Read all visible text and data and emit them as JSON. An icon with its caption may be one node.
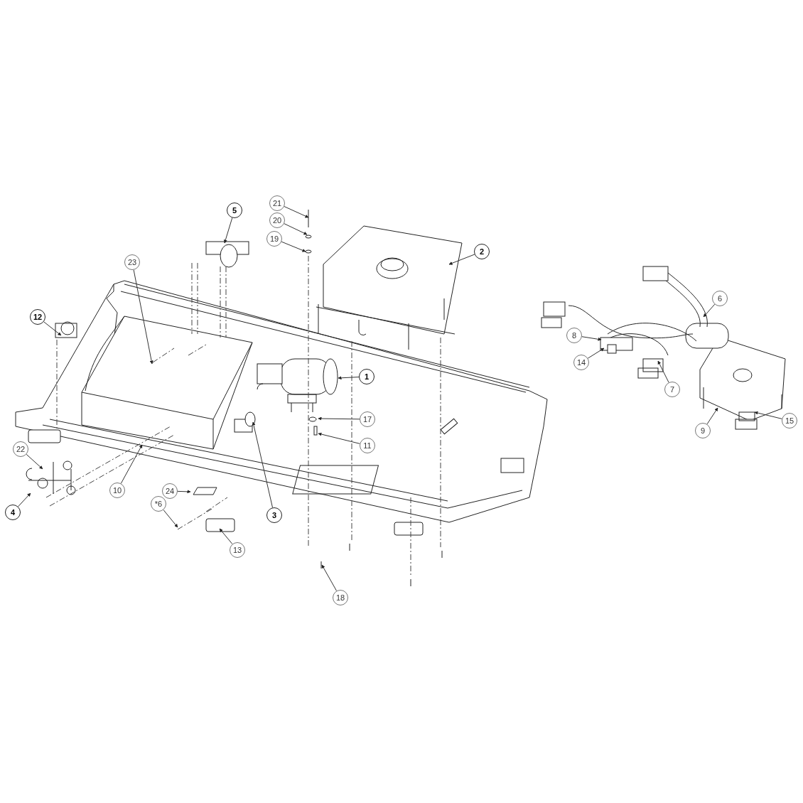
{
  "diagram": {
    "nodes": [
      {
        "text": [
          "21"
        ]
      },
      {
        "text": [
          "5"
        ]
      },
      {
        "text": [
          "20"
        ]
      },
      {
        "text": [
          "19"
        ]
      },
      {
        "text": [
          "2"
        ]
      },
      {
        "text": [
          "23"
        ]
      },
      {
        "text": [
          "6"
        ]
      },
      {
        "text": [
          "12"
        ]
      },
      {
        "text": [
          "8"
        ]
      },
      {
        "text": [
          "14"
        ]
      },
      {
        "text": [
          "1"
        ]
      },
      {
        "text": [
          "7"
        ]
      },
      {
        "text": [
          "17"
        ]
      },
      {
        "text": [
          "15"
        ]
      },
      {
        "text": [
          "9"
        ]
      },
      {
        "text": [
          "11"
        ]
      },
      {
        "text": [
          "22"
        ]
      },
      {
        "text": [
          "10"
        ]
      },
      {
        "text": [
          "24"
        ]
      },
      {
        "text": [
          "*6"
        ]
      },
      {
        "text": [
          "4"
        ]
      },
      {
        "text": [
          "3"
        ]
      },
      {
        "text": [
          "13"
        ]
      },
      {
        "text": [
          "18"
        ]
      }
    ],
    "edges": [
      {
        "from": 0,
        "to": null,
        "arrow": "to"
      },
      {
        "from": 1,
        "to": null,
        "arrow": "to"
      },
      {
        "from": 2,
        "to": null,
        "arrow": "to"
      },
      {
        "from": 3,
        "to": null,
        "arrow": "to"
      },
      {
        "from": 4,
        "to": null,
        "arrow": "to"
      },
      {
        "from": 5,
        "to": null,
        "arrow": "to"
      },
      {
        "from": 6,
        "to": null,
        "arrow": "to"
      },
      {
        "from": 7,
        "to": null,
        "arrow": "to"
      },
      {
        "from": 8,
        "to": null,
        "arrow": "to"
      },
      {
        "from": 9,
        "to": null,
        "arrow": "to"
      },
      {
        "from": 10,
        "to": null,
        "arrow": "to"
      },
      {
        "from": 11,
        "to": null,
        "arrow": "to"
      },
      {
        "from": 12,
        "to": null,
        "arrow": "to"
      },
      {
        "from": 13,
        "to": null,
        "arrow": "to"
      },
      {
        "from": 14,
        "to": null,
        "arrow": "to"
      },
      {
        "from": 15,
        "to": null,
        "arrow": "to"
      },
      {
        "from": 16,
        "to": null,
        "arrow": "to"
      },
      {
        "from": 17,
        "to": null,
        "arrow": "to"
      },
      {
        "from": 18,
        "to": null,
        "arrow": "to"
      },
      {
        "from": 19,
        "to": null,
        "arrow": "to"
      },
      {
        "from": 20,
        "to": null,
        "arrow": "to"
      },
      {
        "from": 21,
        "to": null,
        "arrow": "to"
      },
      {
        "from": 22,
        "to": null,
        "arrow": "to"
      },
      {
        "from": 23,
        "to": null,
        "arrow": "to"
      }
    ]
  }
}
